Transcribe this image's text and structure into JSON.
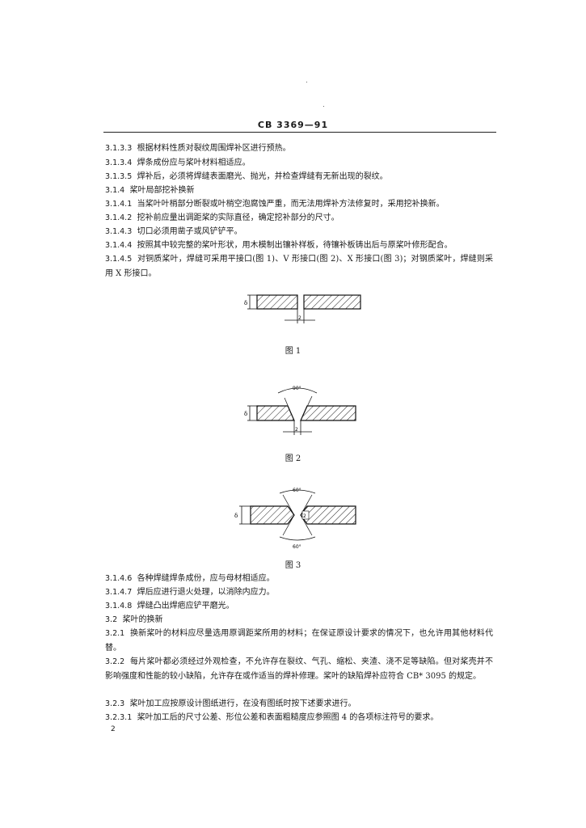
{
  "header": {
    "code": "CB 3369—91"
  },
  "paragraphs": [
    {
      "num": "3.1.3.3",
      "text": "根据材料性质对裂纹周围焊补区进行预热。"
    },
    {
      "num": "3.1.3.4",
      "text": "焊条成份应与桨叶材料相适应。"
    },
    {
      "num": "3.1.3.5",
      "text": "焊补后，必须将焊缝表面磨光、抛光，并检查焊缝有无新出现的裂纹。"
    },
    {
      "num": "3.1.4",
      "text": "桨叶局部挖补换新"
    },
    {
      "num": "3.1.4.1",
      "text": "当桨叶叶梢部分断裂或叶梢空泡腐蚀严重，而无法用焊补方法修复时，采用挖补换新。"
    },
    {
      "num": "3.1.4.2",
      "text": "挖补前应量出调距桨的实际直径，确定挖补部分的尺寸。"
    },
    {
      "num": "3.1.4.3",
      "text": "切口必须用凿子或风铲铲平。"
    },
    {
      "num": "3.1.4.4",
      "text": "按照其中较完整的桨叶形状，用木模制出镶补样板，待镶补板铸出后与原桨叶修形配合。"
    },
    {
      "num": "3.1.4.5",
      "text": "对铜质桨叶，焊缝可采用平接口(图 1)、V 形接口(图 2)、X 形接口(图 3)；对钢质桨叶，焊缝则采用 X 形接口。"
    },
    {
      "num": "3.1.4.6",
      "text": "各种焊缝焊条成份，应与母材相适应。"
    },
    {
      "num": "3.1.4.7",
      "text": "焊后应进行退火处理，以消除内应力。"
    },
    {
      "num": "3.1.4.8",
      "text": "焊缝凸出焊疤应铲平磨光。"
    },
    {
      "num": "3.2",
      "text": "桨叶的换新"
    },
    {
      "num": "3.2.1",
      "text": "换新桨叶的材料应尽量选用原调距桨所用的材料；在保证原设计要求的情况下，也允许用其他材料代替。"
    },
    {
      "num": "3.2.2",
      "text": "每片桨叶都必须经过外观检查，不允许存在裂纹、气孔、缩松、夹渣、浇不足等缺陷。但对桨壳并不影响强度和性能的较小缺陷，允许存在或作适当的焊补修理。桨叶的缺陷焊补应符合 CB* 3095 的规定。"
    },
    {
      "num": "3.2.3",
      "text": "桨叶加工应按原设计图纸进行，在没有图纸时按下述要求进行。"
    },
    {
      "num": "3.2.3.1",
      "text": "桨叶加工后的尺寸公差、形位公差和表面粗糙度应参照图 4 的各项标注符号的要求。"
    }
  ],
  "figures": [
    {
      "caption": "图 1",
      "dims": {
        "thickness": "δ",
        "gap": "2"
      }
    },
    {
      "caption": "图 2",
      "dims": {
        "angle": "90°",
        "thickness": "δ",
        "gap": "2"
      }
    },
    {
      "caption": "图 3",
      "dims": {
        "angle_top": "60°",
        "angle_bottom": "60°",
        "thickness": "δ",
        "gap": "2"
      }
    }
  ],
  "page_number": "2"
}
